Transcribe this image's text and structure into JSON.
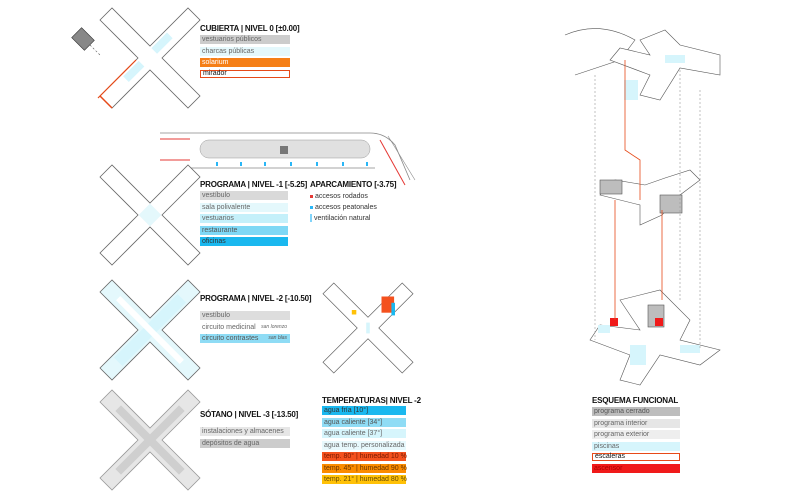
{
  "level0": {
    "title": "CUBIERTA | NIVEL 0  [±0.00]",
    "items": [
      {
        "label": "vestuarios públicos",
        "color": "#cccccc",
        "text": "#666"
      },
      {
        "label": "charcas públicas",
        "color": "#e4f8fc",
        "text": "#666"
      },
      {
        "label": "solarium",
        "color": "#f57f17",
        "text": "#fff"
      },
      {
        "label": "mirador",
        "color": "#ffffff",
        "text": "#111",
        "border": "#e64a19"
      }
    ]
  },
  "level_1": {
    "title": "PROGRAMA | NIVEL -1  [-5.25]",
    "items": [
      {
        "label": "vestíbulo",
        "color": "#d9d9d9",
        "text": "#666"
      },
      {
        "label": "sala polivalente",
        "color": "#e4f8fc",
        "text": "#666"
      },
      {
        "label": "vestuarios",
        "color": "#c5f0fa",
        "text": "#666"
      },
      {
        "label": "restaurante",
        "color": "#7fd8f5",
        "text": "#555"
      },
      {
        "label": "oficinas",
        "color": "#1ab8ef",
        "text": "#333"
      }
    ]
  },
  "parking": {
    "title": "APARCAMIENTO  [-3.75]",
    "items": [
      {
        "label": "accesos rodados",
        "color": "#e53935"
      },
      {
        "label": "accesos peatonales",
        "color": "#29b6f6"
      },
      {
        "label": "ventilación natural",
        "color": "#81d4fa"
      }
    ]
  },
  "level_2": {
    "title": "PROGRAMA | NIVEL -2  [-10.50]",
    "items": [
      {
        "label": "vestíbulo",
        "color": "#dddddd",
        "text": "#666",
        "note": ""
      },
      {
        "label": "circuito medicinal",
        "color": "#ffffff",
        "text": "#666",
        "note": "san lorenzo"
      },
      {
        "label": "circuito contrastes",
        "color": "#8fdcf5",
        "text": "#555",
        "note": "san blas"
      }
    ]
  },
  "level_3": {
    "title": "SÓTANO | NIVEL -3  [-13.50]",
    "items": [
      {
        "label": "instalaciones y almacenes",
        "color": "#e6e6e6",
        "text": "#666"
      },
      {
        "label": "depósitos de agua",
        "color": "#cccccc",
        "text": "#666"
      }
    ]
  },
  "temps": {
    "title": "TEMPERATURAS| NIVEL -2",
    "items": [
      {
        "label": "agua fría [10°]",
        "color": "#1ab8ef",
        "text": "#333"
      },
      {
        "label": "agua caliente [34°]",
        "color": "#8fdcf5",
        "text": "#555"
      },
      {
        "label": "agua caliente [37°]",
        "color": "#d6f5fc",
        "text": "#666"
      },
      {
        "label": "agua temp. personalizada",
        "color": "#e8f9fd",
        "text": "#666"
      },
      {
        "label": "temp. 80° | humedad 10 %",
        "color": "#f4511e",
        "text": "#7a1a00"
      },
      {
        "label": "temp. 45° | humedad 90 %",
        "color": "#fb8c00",
        "text": "#6a3300"
      },
      {
        "label": "temp. 21° | humedad 80 %",
        "color": "#ffc107",
        "text": "#6a4a00"
      }
    ]
  },
  "scheme": {
    "title": "ESQUEMA FUNCIONAL",
    "items": [
      {
        "label": "programa cerrado",
        "color": "#bdbdbd",
        "text": "#555"
      },
      {
        "label": "programa interior",
        "color": "#e6e6e6",
        "text": "#666"
      },
      {
        "label": "programa exterior",
        "color": "#eeeeee",
        "text": "#666"
      },
      {
        "label": "piscinas",
        "color": "#d6f5fc",
        "text": "#666"
      },
      {
        "label": "escaleras",
        "color": "#ffffff",
        "text": "#111",
        "border": "#e64a19"
      },
      {
        "label": "ascensor",
        "color": "#f01a1a",
        "text": "#a00"
      }
    ]
  }
}
